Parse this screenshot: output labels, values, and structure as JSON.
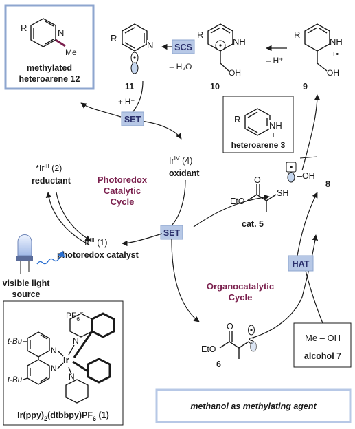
{
  "colors": {
    "accent_box_fill": "#b7c8e6",
    "accent_box_border": "#8ea6cf",
    "cycle_label": "#7a1f4d",
    "methyl_bond": "#7a1f4d",
    "orbital_fill": "#c5d6ee"
  },
  "icons": [
    "lightbulb-icon",
    "wavy-arrow-icon"
  ],
  "compounds": {
    "methylated": {
      "r": "R",
      "n": "N",
      "me": "Me",
      "label1": "methylated",
      "label2": "heteroarene 12"
    },
    "c11": {
      "r": "R",
      "n": "N",
      "num": "11"
    },
    "c10": {
      "r": "R",
      "nh": "NH",
      "oh": "OH",
      "num": "10"
    },
    "c9": {
      "r": "R",
      "nh": "NH",
      "charge": "+•",
      "oh": "OH",
      "num": "9"
    },
    "c3": {
      "r": "R",
      "nh": "NH",
      "plus": "+",
      "label": "heteroarene 3"
    },
    "c8": {
      "oh": "–OH",
      "num": "8"
    },
    "c5": {
      "eto": "EtO",
      "o": "O",
      "sh": "SH",
      "label": "cat. 5"
    },
    "c6": {
      "eto": "EtO",
      "o": "O",
      "s": "S",
      "num": "6"
    },
    "c7": {
      "meoh": "Me – OH",
      "label": "alcohol 7"
    }
  },
  "steps": {
    "scs": "SCS",
    "set_top": "SET",
    "set_mid": "SET",
    "hat": "HAT",
    "minus_h2o": "– H₂O",
    "minus_h": "– H⁺",
    "plus_h": "+ H⁺"
  },
  "iridium": {
    "star_ir": "*Ir",
    "star_ir_ox": "III",
    "star_ir_num": " (2)",
    "reductant": "reductant",
    "ir4": "Ir",
    "ir4_ox": "IV",
    "ir4_num": " (4)",
    "oxidant": "oxidant",
    "ir3": "Ir",
    "ir3_ox": "III",
    "ir3_num": " (1)",
    "catalyst": "photoredox catalyst"
  },
  "cycles": {
    "photoredox": [
      "Photoredox",
      "Catalytic",
      "Cycle"
    ],
    "organo": [
      "Organocatalytic",
      "Cycle"
    ]
  },
  "light": {
    "line1": "visible light",
    "line2": "source"
  },
  "complex": {
    "pf6": "PF",
    "pf6_sub": "6",
    "pf6_sup": "–",
    "tbu1": "t-Bu",
    "tbu2": "t-Bu",
    "n1": "N",
    "n2": "N",
    "n3": "N",
    "n4": "N",
    "ir": "Ir",
    "name_a": "Ir(ppy)",
    "name_b": "2",
    "name_c": "(dtbbpy)PF",
    "name_d": "6",
    "name_e": " (1)"
  },
  "banner": "methanol as methylating agent"
}
